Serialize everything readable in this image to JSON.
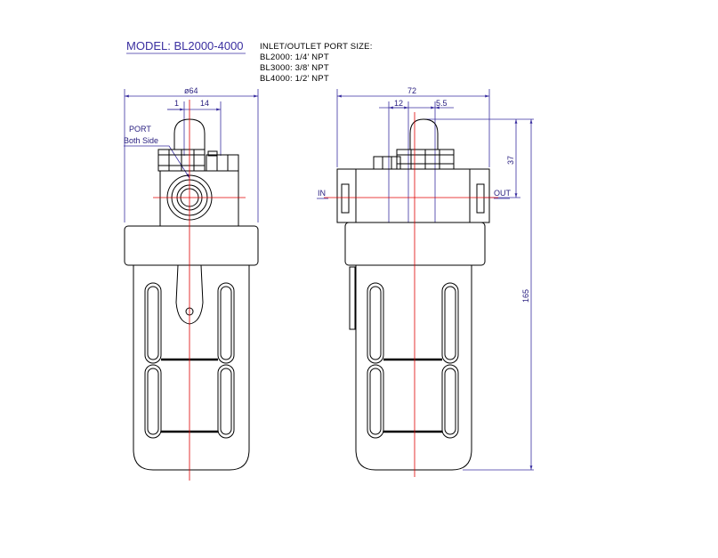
{
  "model_label": "MODEL: BL2000-4000",
  "port_size": {
    "heading": "INLET/OUTLET PORT SIZE:",
    "lines": [
      "BL2000: 1/4’ NPT",
      "BL3000: 3/8’ NPT",
      "BL4000: 1/2’ NPT"
    ]
  },
  "front_view": {
    "dim_width": "ø64",
    "dim_1": "1",
    "dim_14": "14",
    "port_label": "PORT",
    "port_sub": "Both Side"
  },
  "side_view": {
    "dim_width": "72",
    "dim_12": "12",
    "dim_5_5": "5.5",
    "dim_37": "37",
    "dim_165": "165",
    "in_label": "IN",
    "out_label": "OUT"
  },
  "colors": {
    "dimension": "#3a2fa0",
    "centerline": "#e00000",
    "outline": "#000000"
  }
}
